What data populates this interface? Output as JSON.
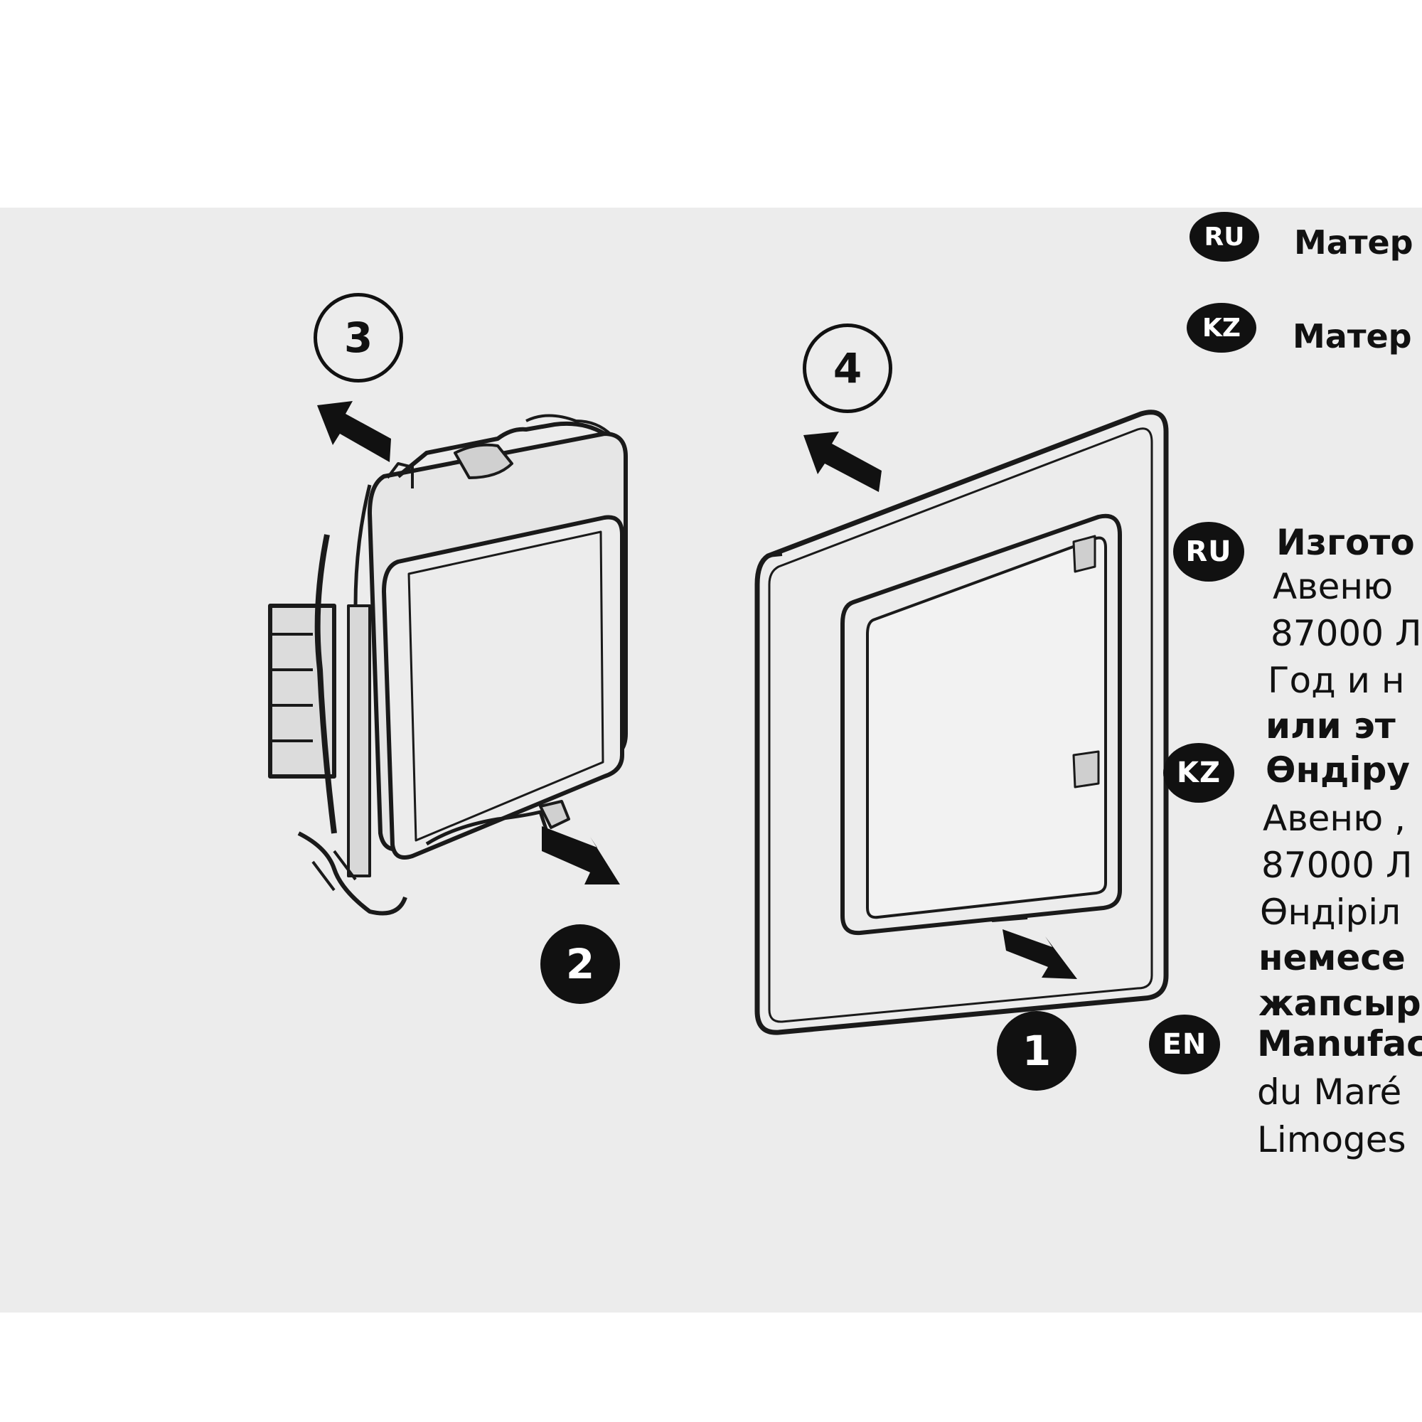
{
  "languages": {
    "top": [
      {
        "code": "RU",
        "text": "Матер"
      },
      {
        "code": "KZ",
        "text": "Матер"
      }
    ]
  },
  "steps": {
    "step1": "1",
    "step2": "2",
    "step3": "3",
    "step4": "4"
  },
  "blocks": {
    "ru": {
      "code": "RU",
      "lines": [
        "Изгото",
        "Авеню",
        "87000 Л",
        "Год и н",
        "или эт"
      ]
    },
    "kz": {
      "code": "KZ",
      "lines": [
        "Өндіру",
        "Авеню ,",
        "87000 Л",
        "Өндіріл",
        "немесе",
        "жапсыр"
      ]
    },
    "en": {
      "code": "EN",
      "lines": [
        "Manufac",
        "du Maré",
        "Limoges"
      ]
    }
  },
  "icons": [
    "arrow-icon",
    "switch-mechanism-illustration",
    "switch-frame-illustration"
  ]
}
